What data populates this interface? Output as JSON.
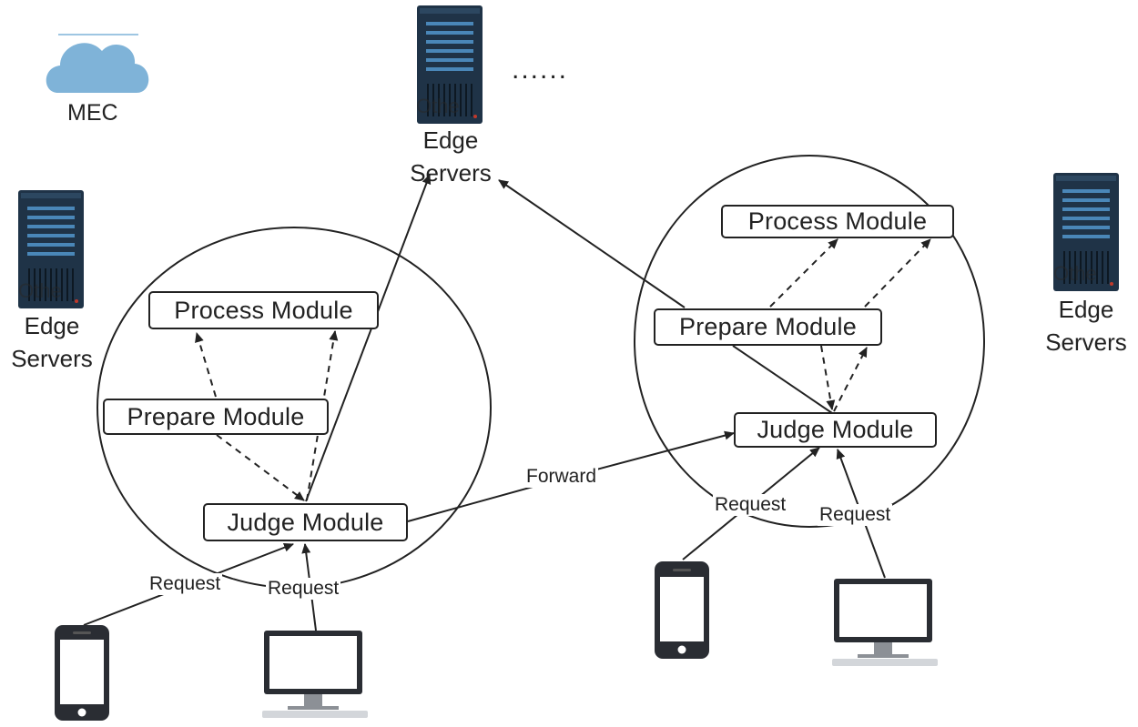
{
  "mec": {
    "label": "MEC",
    "icon": "cloud-icon"
  },
  "ellipsis": "......",
  "edge_servers": {
    "top": {
      "line1": "Edge",
      "line2": "Servers",
      "ghost": "Othe"
    },
    "left": {
      "line1": "Edge",
      "line2": "Servers",
      "ghost": "Othe"
    },
    "right": {
      "line1": "Edge",
      "line2": "Servers",
      "ghost": "Othe"
    }
  },
  "left_node": {
    "process": "Process Module",
    "prepare": "Prepare Module",
    "judge": "Judge Module"
  },
  "right_node": {
    "process": "Process Module",
    "prepare": "Prepare Module",
    "judge": "Judge Module"
  },
  "edges": {
    "forward": "Forward",
    "request_left_phone": "Request",
    "request_left_pc": "Request",
    "request_right_phone": "Request",
    "request_right_pc": "Request"
  },
  "colors": {
    "cloud": "#7fb3d8",
    "server_dark": "#1f3347",
    "server_stripe": "#4a87b8",
    "device": "#2a2d33",
    "line": "#222222"
  }
}
